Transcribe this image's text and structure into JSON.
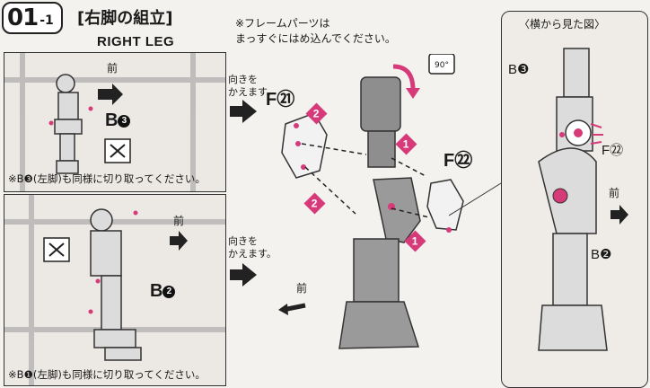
{
  "step": {
    "number": "01",
    "sub": "-1"
  },
  "title": {
    "jp": "[右脚の組立]",
    "en": "RIGHT LEG"
  },
  "note_top": {
    "line1": "※フレームパーツは",
    "line2": "まっすぐにはめ込んでください。"
  },
  "side_view_title": "〈横から見た図〉",
  "panel1": {
    "front": "前",
    "part": "B",
    "part_num": "3",
    "note": "※B❸(左脚)も同様に切り取ってください。"
  },
  "panel2": {
    "front": "前",
    "part": "B",
    "part_num": "2",
    "note": "※B❶(左脚)も同様に切り取ってください。"
  },
  "turn_label_1": {
    "line1": "向きを",
    "line2": "かえます。"
  },
  "turn_label_2": {
    "line1": "向きを",
    "line2": "かえます。"
  },
  "rotation": "90°",
  "main": {
    "part_f21": "F㉑",
    "part_f22": "F㉒",
    "front": "前",
    "badges": [
      "2",
      "2",
      "1",
      "1"
    ]
  },
  "side_view": {
    "b3": "B❸",
    "f22": "F㉒",
    "b2": "B❷",
    "front": "前"
  },
  "colors": {
    "accent": "#d63a79",
    "ink": "#1a1a1a",
    "paper": "#f4f2ee",
    "part_gray": "#8e8e8e"
  }
}
